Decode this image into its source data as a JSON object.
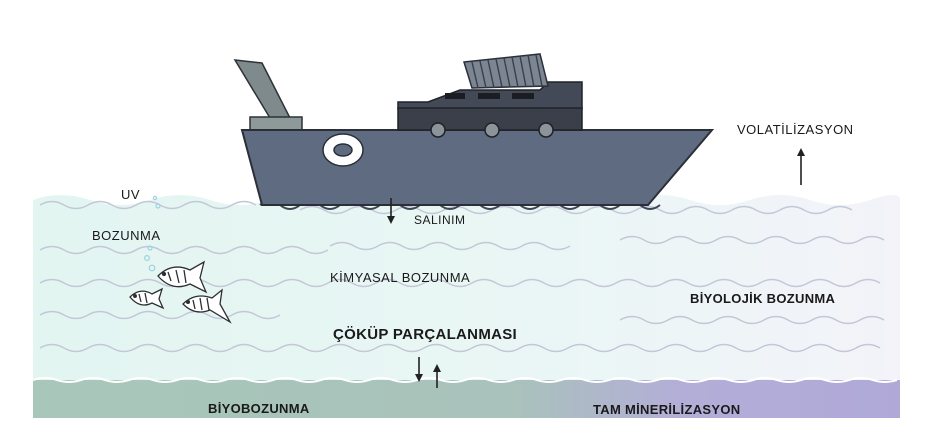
{
  "labels": {
    "uv": "UV",
    "bozunma": "BOZUNMA",
    "salinim": "SALINIM",
    "kimyasal_bozunma": "KİMYASAL BOZUNMA",
    "cokup_parcalanmasi": "ÇÖKÜP PARÇALANMASI",
    "volatilizasyon": "VOLATİLİZASYON",
    "biyolojik_bozunma": "BİYOLOJİK BOZUNMA",
    "biyobozunma": "BİYOBOZUNMA",
    "tam_minerilizasyon": "TAM MİNERİLİZASYON"
  },
  "colors": {
    "water_left": "#e4f6f2",
    "water_right": "#f2f3f8",
    "wave": "#c6c9d9",
    "hull": "#5f6b80",
    "cabin": "#3b3f49",
    "seabed_left": "#a7c4b8",
    "seabed_right": "#b0aad7",
    "arrow": "#222222"
  },
  "icons": [
    "ship-icon",
    "fish-icon",
    "uv-bubbles-icon",
    "arrow-down-icon",
    "arrow-up-icon"
  ]
}
